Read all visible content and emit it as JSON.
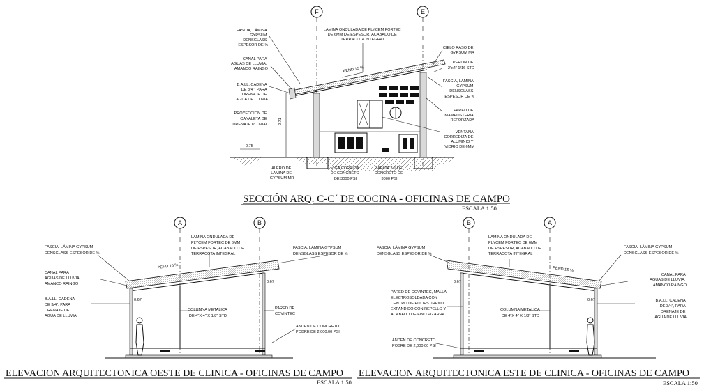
{
  "section": {
    "title": "SECCIÓN ARQ. C-C´ DE COCINA - OFICINAS DE CAMPO",
    "scale": "ESCALA 1:50",
    "axis_left": "F",
    "axis_right": "E",
    "slope": "PEND 15 %",
    "height_dim": "2.71",
    "eave_dim": "0.75",
    "notes_top": [
      "LAMINA ONDULADA DE PLYCEM FORTEC",
      "DE 6MM DE ESPESOR, ACABADO DE",
      "TERRACOTA INTEGRAL"
    ],
    "notes_left_1": [
      "FASCIA, LÁMINA",
      "GYPSUM",
      "DENSGLASS",
      "ESPESOR DE ⅝"
    ],
    "notes_left_2": [
      "CANAL PARA",
      "AGUAS DE LLUVIA,",
      "AMANCO RAINGO"
    ],
    "notes_left_3": [
      "B.A.LL. CADENA",
      "DE 3/4\", PARA",
      "DRENAJE DE",
      "AGUA DE LLUVIA"
    ],
    "notes_left_4": [
      "PROYECCIÓN DE",
      "CANALETA DE",
      "DRENAJE PLUVIAL"
    ],
    "notes_right_1": [
      "CIELO RASO DE",
      "GYPSUM MR"
    ],
    "notes_right_2": [
      "PERLIN DE",
      "2\"x4\" 1/16 STD"
    ],
    "notes_right_3": [
      "FASCIA, LÁMINA",
      "GYPSUM",
      "DENSGLASS",
      "ESPESOR DE ⅝"
    ],
    "notes_right_4": [
      "PARED DE",
      "MAMPOSTERIA",
      "REFORZADA"
    ],
    "notes_right_5": [
      "VENTANA",
      "CORREDIZA DE",
      "ALUMINIO Y",
      "VIDRIO DE 6MM"
    ],
    "notes_bottom_1": [
      "ALERO DE",
      "LAMINA DE",
      "GYPSUM MR"
    ],
    "notes_bottom_2": [
      "VIGA CORRIDA",
      "DE CONCRETO",
      "DE 3000 PSI"
    ],
    "notes_bottom_3": [
      "ZAPATA 2-1 DE",
      "CONCRETO DE",
      "3000 PSI"
    ]
  },
  "west": {
    "title": "ELEVACION ARQUITECTONICA OESTE DE CLINICA - OFICINAS DE CAMPO",
    "scale": "ESCALA 1:50",
    "axis_left": "A",
    "axis_right": "B",
    "slope": "PEND 15 %",
    "dim_left": "0.67",
    "dim_right": "0.67",
    "note_roof": [
      "LAMINA ONDULADA DE",
      "PLYCEM FORTEC DE 6MM",
      "DE ESPESOR, ACABADO DE",
      "TERRACOTA INTEGRAL"
    ],
    "note_fascia_l": [
      "FASCIA, LÁMINA GYPSUM",
      "DENSGLASS ESPESOR DE ⅝"
    ],
    "note_fascia_r": [
      "FASCIA, LÁMINA GYPSUM",
      "DENSGLASS ESPESOR DE ⅝"
    ],
    "note_canal": [
      "CANAL PARA",
      "AGUAS DE LLUVIA,",
      "AMANCO RAINGO"
    ],
    "note_ball": [
      "B.A.LL. CADENA",
      "DE 3/4\", PARA",
      "DRENAJE DE",
      "AGUA DE LLUVIA"
    ],
    "note_column": [
      "COLUMNA METALICA",
      "DE 4\"X 4\" X 1/8\" STD"
    ],
    "note_wall": [
      "PARED DE",
      "COVINTEC"
    ],
    "note_anden": [
      "ANDEN DE CONCRETO",
      "POBRE DE 2,000.00 PSI"
    ]
  },
  "east": {
    "title": "ELEVACION ARQUITECTONICA ESTE DE CLINICA - OFICINAS DE CAMPO",
    "scale": "ESCALA 1:50",
    "axis_left": "B",
    "axis_right": "A",
    "slope": "PEND 15 %",
    "dim_left": "0.67",
    "dim_right": "0.67",
    "note_roof": [
      "LAMINA ONDULADA DE",
      "PLYCEM FORTEC DE 6MM",
      "DE ESPESOR, ACABADO DE",
      "TERRACOTA INTEGRAL"
    ],
    "note_fascia_l": [
      "FASCIA, LÁMINA GYPSUM",
      "DENSGLASS ESPESOR DE ⅝"
    ],
    "note_fascia_r": [
      "FASCIA, LÁMINA GYPSUM",
      "DENSGLASS ESPESOR DE ⅝"
    ],
    "note_canal": [
      "CANAL PARA",
      "AGUAS DE LLUVIA,",
      "AMANCO RAINGO"
    ],
    "note_ball": [
      "B.A.LL. CADENA",
      "DE 3/4\", PARA",
      "DRENAJE DE",
      "AGUA DE LLUVIA"
    ],
    "note_column": [
      "COLUMNA METALICA",
      "DE 4\"X 4\" X 1/8\" STD"
    ],
    "note_wall": [
      "PARED DE COVINTEC, MALLA",
      "ELECTROSOLDADA CON",
      "CENTRO DE POLIESTIRENO",
      "EXPANDIDO CON REPELLO Y",
      "ACABADO DE FINO PIZARRA"
    ],
    "note_anden": [
      "ANDEN DE CONCRETO",
      "POBRE DE 2,000.00 PSI"
    ]
  }
}
